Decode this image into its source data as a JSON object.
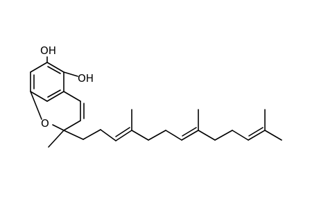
{
  "molecule": {
    "atom_labels": {
      "oh_top": "OH",
      "oh_right": "OH",
      "ring_oxygen": "O"
    },
    "colors": {
      "bond": "#000000",
      "label": "#000000",
      "background": "#ffffff"
    }
  }
}
